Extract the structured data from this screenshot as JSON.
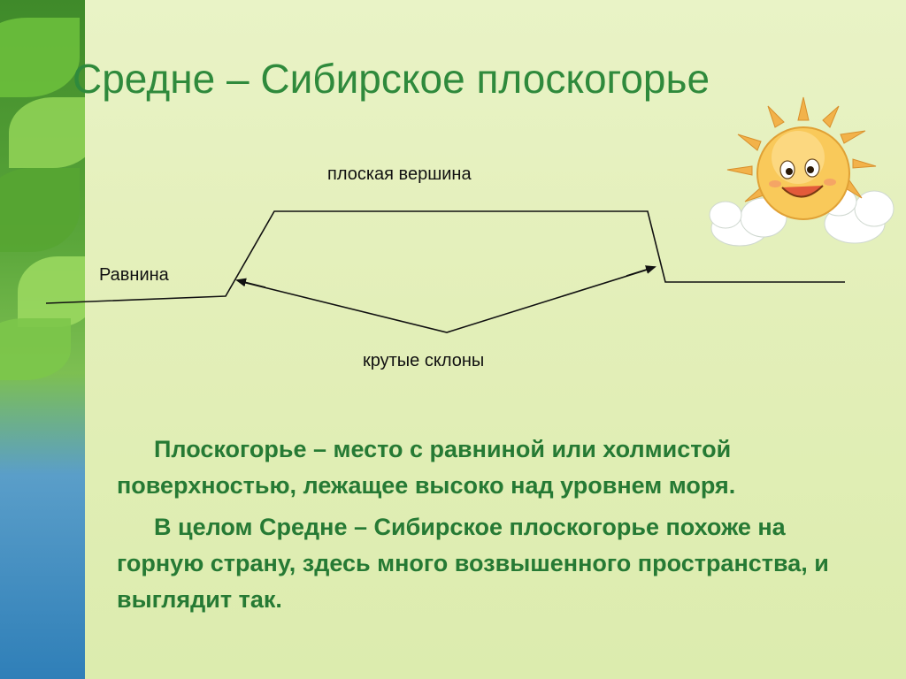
{
  "slide": {
    "title": "Средне – Сибирское плоскогорье"
  },
  "diagram": {
    "label_top": "плоская вершина",
    "label_plain": "Равнина",
    "label_slopes": "крутые склоны"
  },
  "paragraphs": [
    "Плоскогорье – место с равниной или холмистой поверхностью, лежащее высоко над уровнем моря.",
    "В целом Средне – Сибирское плоскогорье похоже на горную страну, здесь много возвышенного пространства, и выглядит так."
  ],
  "colors": {
    "title": "#2f8a3c",
    "body_text": "#267a34",
    "background": "#e6f1c0"
  },
  "icons": {
    "decoration_left": "leaves-water-strip",
    "decoration_right": "smiling-sun-with-clouds"
  }
}
